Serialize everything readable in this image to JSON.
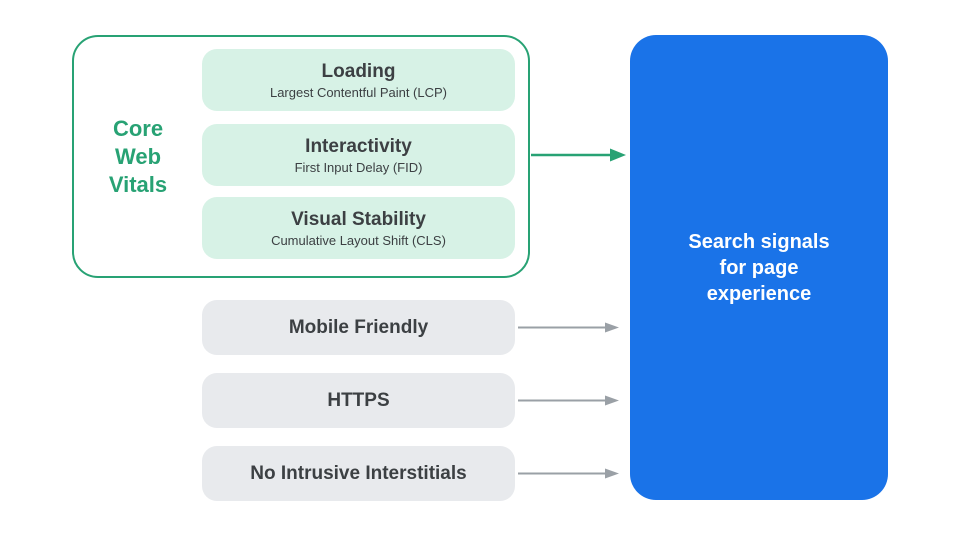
{
  "colors": {
    "green_accent": "#28a274",
    "green_fill": "#d7f2e6",
    "blue_fill": "#1a73e8",
    "gray_fill": "#e8eaed",
    "dark_text": "#3c4043",
    "arrow_gray": "#9aa0a6",
    "white_text": "#ffffff"
  },
  "core_web_vitals": {
    "label": "Core Web Vitals",
    "items": [
      {
        "title": "Loading",
        "subtitle": "Largest Contentful Paint (LCP)"
      },
      {
        "title": "Interactivity",
        "subtitle": "First Input Delay (FID)"
      },
      {
        "title": "Visual Stability",
        "subtitle": "Cumulative Layout Shift (CLS)"
      }
    ]
  },
  "other_signals": [
    {
      "label": "Mobile Friendly"
    },
    {
      "label": "HTTPS"
    },
    {
      "label": "No Intrusive Interstitials"
    }
  ],
  "result": {
    "label": "Search signals for page experience"
  }
}
